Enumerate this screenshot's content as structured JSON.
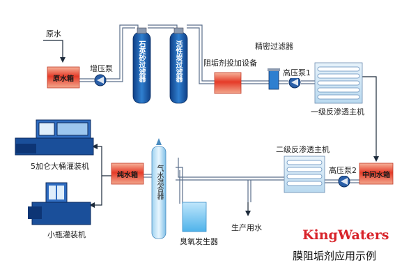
{
  "diagram": {
    "raw_water": "原水",
    "raw_water_tank": "原水箱",
    "booster_pump": "增压泵",
    "sand_filter": "石英砂过滤器",
    "carbon_filter": "活性炭过滤器",
    "antiscalant_unit": "阻垢剂投加设备",
    "precision_filter": "精密过滤器",
    "high_pressure_pump_1": "高压泵1",
    "ro_stage_1": "一级反渗透主机",
    "ro_stage_2": "二级反渗透主机",
    "high_pressure_pump_2": "高压泵2",
    "intermediate_tank": "中间水箱",
    "pure_water_tank": "纯水箱",
    "gas_water_mixer": "气水混合器",
    "ozone_generator": "臭氧发生器",
    "production_water": "生产用水",
    "barrel_filler": "5加仑大桶灌装机",
    "bottle_filler": "小瓶灌装机"
  },
  "brand": "KingWaters",
  "caption": "膜阻垢剂应用示例",
  "colors": {
    "pipe": "#5a6e8a",
    "arrow": "#1c2a3a",
    "tank_red": "#e53a28",
    "filter_blue": "#1f5fae",
    "brand_red": "#d8232a"
  }
}
